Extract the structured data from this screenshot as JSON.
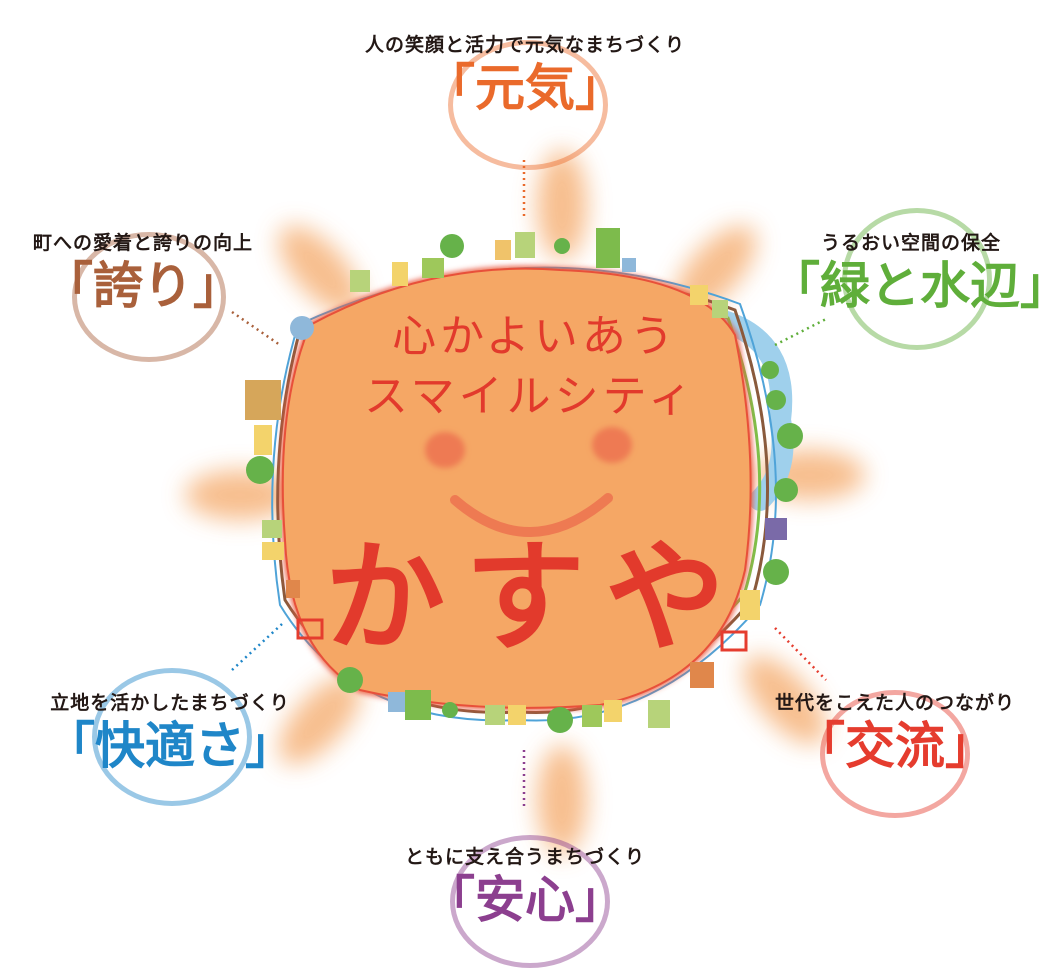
{
  "center": {
    "slogan_line1": "心かよいあう",
    "slogan_line2": "スマイルシティ",
    "city_name": "かすや"
  },
  "themes": [
    {
      "id": "genki",
      "description": "人の笑顔と活力で元気なまちづくり",
      "keyword": "「元気」",
      "color": "#ea6a2b"
    },
    {
      "id": "midori",
      "description": "うるおい空間の保全",
      "keyword": "「緑と水辺」",
      "color": "#5fae3a"
    },
    {
      "id": "koryu",
      "description": "世代をこえた人のつながり",
      "keyword": "「交流」",
      "color": "#e53c2e"
    },
    {
      "id": "anshin",
      "description": "ともに支え合うまちづくり",
      "keyword": "「安心」",
      "color": "#8c3f8f"
    },
    {
      "id": "kaiteki",
      "description": "立地を活かしたまちづくり",
      "keyword": "「快適さ」",
      "color": "#1f86c8"
    },
    {
      "id": "hokori",
      "description": "町への愛着と誇りの向上",
      "keyword": "「誇り」",
      "color": "#a9603b"
    }
  ],
  "colors": {
    "sun_fill": "#f5a765",
    "sun_rim": "#e8503a",
    "ray": "#f6b37a",
    "text_red": "#e23a2c"
  }
}
